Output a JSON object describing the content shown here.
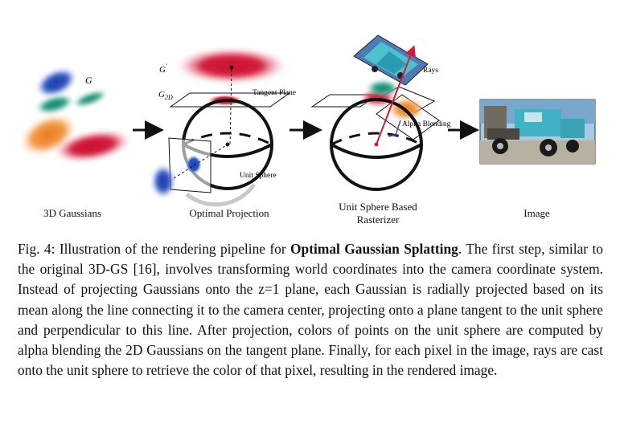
{
  "figure": {
    "stages": [
      {
        "label": "3D Gaussians"
      },
      {
        "label": "Optimal Projection"
      },
      {
        "label_line1": "Unit Sphere Based",
        "label_line2": "Rasterizer"
      },
      {
        "label": "Image"
      }
    ],
    "annotations": {
      "g": "G",
      "g_prime": "G",
      "g_prime_mark": "'",
      "g2d": "G",
      "g2d_sub": "2D",
      "tangent_plane": "Tangent Plane",
      "unit_sphere": "Unit Sphere",
      "rays": "Rays",
      "alpha_blending": "Alpha Blending"
    },
    "colors": {
      "red": "#d01c3a",
      "blue": "#2a4fb0",
      "teal": "#1f8f7a",
      "orange": "#ee8a2a",
      "sky": "#6aa6d6",
      "truck": "#3fb3c4"
    }
  },
  "caption": {
    "prefix": "Fig. 4: Illustration of the rendering pipeline for ",
    "bold": "Optimal Gaussian Splatting",
    "body": ". The first step, similar to the original 3D-GS [16], involves transforming world coordinates into the camera coordinate system. Instead of projecting Gaussians onto the z=1 plane, each Gaussian is radially projected based on its mean along the line connecting it to the camera center, projecting onto a plane tangent to the unit sphere and perpendicular to this line. After projection, colors of points on the unit sphere are computed by alpha blending the 2D Gaussians on the tangent plane. Finally, for each pixel in the image, rays are cast onto the unit sphere to retrieve the color of that pixel, resulting in the rendered image."
  }
}
